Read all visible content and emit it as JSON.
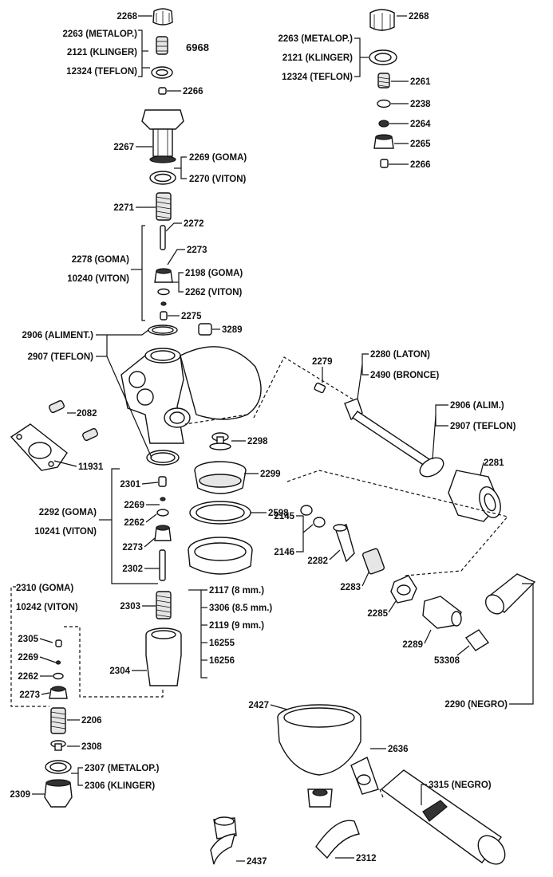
{
  "labels": {
    "l2268a": "2268",
    "l2263a": "2263 (METALOP.)",
    "l6968": "6968",
    "l2121a": "2121 (KLINGER)",
    "l12324a": "12324 (TEFLON)",
    "l2266a": "2266",
    "l2267": "2267",
    "l2269a": "2269 (GOMA)",
    "l2270": "2270 (VITON)",
    "l2271": "2271",
    "l2272": "2272",
    "l2273a": "2273",
    "l2278": "2278 (GOMA)",
    "l10240": "10240 (VITON)",
    "l2198": "2198 (GOMA)",
    "l2262a": "2262 (VITON)",
    "l2275": "2275",
    "l2906a": "2906 (ALIMENT.)",
    "l3289": "3289",
    "l2907a": "2907 (TEFLON)",
    "l2268b": "2268",
    "l2263b": "2263 (METALOP.)",
    "l2121b": "2121 (KLINGER)",
    "l12324b": "12324 (TEFLON)",
    "l2261": "2261",
    "l2238": "2238",
    "l2264": "2264",
    "l2265": "2265",
    "l2266b": "2266",
    "l2279": "2279",
    "l2280": "2280 (LATON)",
    "l2490": "2490 (BRONCE)",
    "l2906b": "2906 (ALIM.)",
    "l2907b": "2907 (TEFLON)",
    "l2281": "2281",
    "l2082": "2082",
    "l11931": "11931",
    "l2298": "2298",
    "l2299": "2299",
    "l2301": "2301",
    "l2269b": "2269",
    "l2262b": "2262",
    "l2598": "2598",
    "l2292": "2292 (GOMA)",
    "l10241": "10241 (VITON)",
    "l2145": "2145",
    "l2146": "2146",
    "l2282": "2282",
    "l2273b": "2273",
    "l2302": "2302",
    "l2283": "2283",
    "l2310": "2310 (GOMA)",
    "l10242": "10242 (VITON)",
    "l2303": "2303",
    "l2117": "2117 (8 mm.)",
    "l3306": "3306 (8.5 mm.)",
    "l2119": "2119 (9 mm.)",
    "l16255": "16255",
    "l16256": "16256",
    "l2285": "2285",
    "l2289": "2289",
    "l2305": "2305",
    "l2269c": "2269",
    "l2262c": "2262",
    "l2273c": "2273",
    "l2304": "2304",
    "l53308": "53308",
    "l2290": "2290 (NEGRO)",
    "l2206": "2206",
    "l2308": "2308",
    "l2427": "2427",
    "l2636": "2636",
    "l2307": "2307 (METALOP.)",
    "l2306": "2306 (KLINGER)",
    "l2309": "2309",
    "l3315": "3315 (NEGRO)",
    "l2437": "2437",
    "l2312": "2312"
  }
}
